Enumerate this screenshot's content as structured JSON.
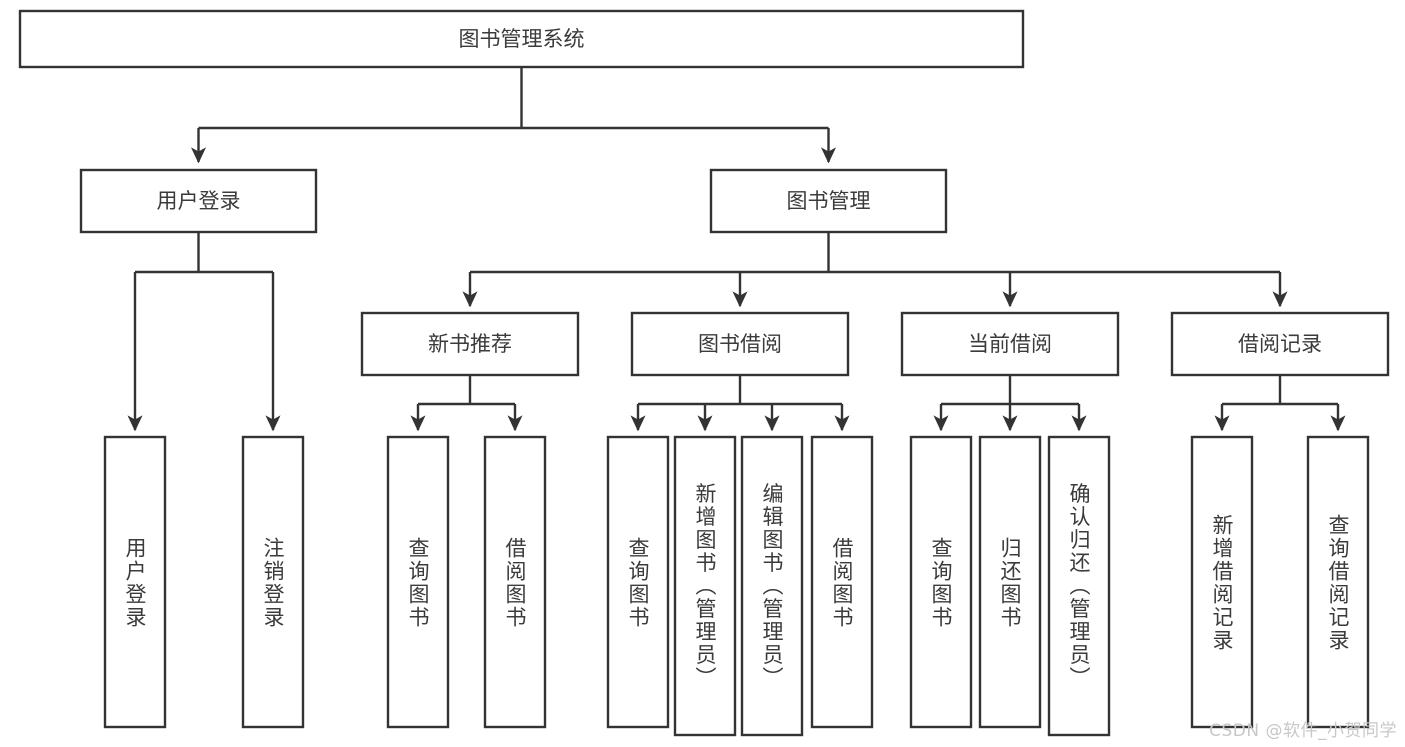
{
  "diagram": {
    "type": "hierarchy-tree",
    "title": "图书管理系统",
    "watermark": "CSDN @软件_小贺同学",
    "colors": {
      "box_stroke": "#333333",
      "box_fill": "#ffffff",
      "text": "#3b3b3b",
      "background": "#ffffff",
      "watermark": "#c8c8c8"
    },
    "root": {
      "label": "图书管理系统"
    },
    "level2": [
      {
        "label": "用户登录"
      },
      {
        "label": "图书管理"
      }
    ],
    "level3": [
      {
        "label": "新书推荐"
      },
      {
        "label": "图书借阅"
      },
      {
        "label": "当前借阅"
      },
      {
        "label": "借阅记录"
      }
    ],
    "leaves": {
      "user_login": [
        {
          "label": "用户登录"
        },
        {
          "label": "注销登录"
        }
      ],
      "new_book_recommend": [
        {
          "label": "查询图书"
        },
        {
          "label": "借阅图书"
        }
      ],
      "book_borrow": [
        {
          "label": "查询图书"
        },
        {
          "label": "新增图书（管理员）"
        },
        {
          "label": "编辑图书（管理员）"
        },
        {
          "label": "借阅图书"
        }
      ],
      "current_borrow": [
        {
          "label": "查询图书"
        },
        {
          "label": "归还图书"
        },
        {
          "label": "确认归还（管理员）"
        }
      ],
      "borrow_record": [
        {
          "label": "新增借阅记录"
        },
        {
          "label": "查询借阅记录"
        }
      ]
    }
  }
}
